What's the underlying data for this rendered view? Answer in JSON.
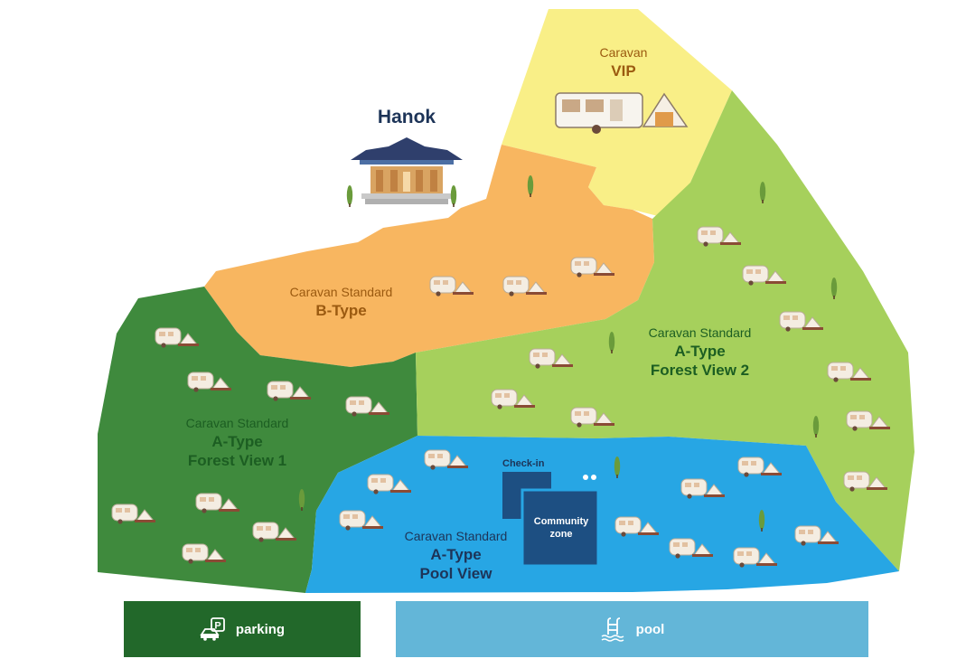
{
  "colors": {
    "vip": "#f9ef87",
    "b_type": "#f8b660",
    "forest_view_1": "#3f8a3d",
    "forest_view_2": "#a6d05c",
    "pool_view": "#27a6e4",
    "community_building": "#1d4f82",
    "label_dark": "#1d3458",
    "label_brown": "#9b5a10",
    "label_green": "#1c5e22",
    "parking_bar": "#22682a",
    "pool_bar": "#63b6d8"
  },
  "hanok": {
    "title": "Hanok"
  },
  "zones": {
    "vip": {
      "sub": "Caravan",
      "main": "VIP"
    },
    "b_type": {
      "sub": "Caravan Standard",
      "main": "B-Type"
    },
    "forest_view_1": {
      "sub": "Caravan Standard",
      "main": "A-Type",
      "main2": "Forest View 1"
    },
    "forest_view_2": {
      "sub": "Caravan Standard",
      "main": "A-Type",
      "main2": "Forest View 2"
    },
    "pool_view": {
      "sub": "Caravan Standard",
      "main": "A-Type",
      "main2": "Pool View"
    }
  },
  "facilities": {
    "check_in": "Check-in",
    "community_line1": "Community",
    "community_line2": "zone"
  },
  "legend": {
    "parking": {
      "label": "parking",
      "icon": "parking-icon"
    },
    "pool": {
      "label": "pool",
      "icon": "pool-ladder-icon"
    }
  }
}
